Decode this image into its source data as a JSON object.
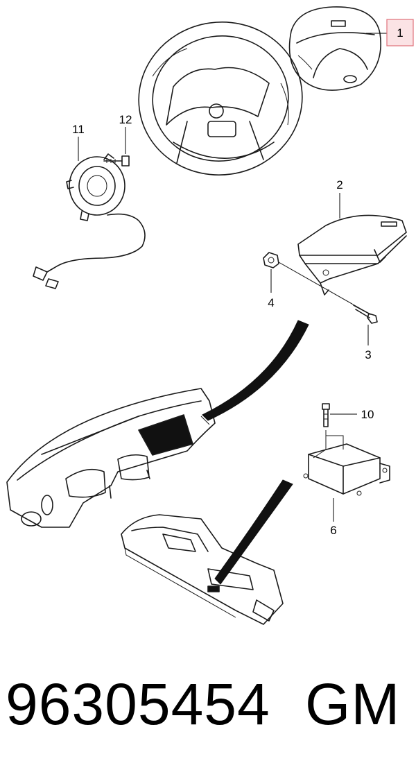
{
  "callouts": [
    {
      "id": "c1",
      "text": "1",
      "highlighted": true
    },
    {
      "id": "c2",
      "text": "2"
    },
    {
      "id": "c3",
      "text": "3"
    },
    {
      "id": "c4",
      "text": "4"
    },
    {
      "id": "c6",
      "text": "6"
    },
    {
      "id": "c10",
      "text": "10"
    },
    {
      "id": "c11",
      "text": "11"
    },
    {
      "id": "c12",
      "text": "12"
    }
  ],
  "footer": {
    "part_number": "96305454",
    "brand": "GM"
  },
  "colors": {
    "highlight_border": "#e0707a",
    "highlight_fill": "#fbe3e5",
    "line": "#1a1a1a",
    "fill_dark": "#111111"
  }
}
